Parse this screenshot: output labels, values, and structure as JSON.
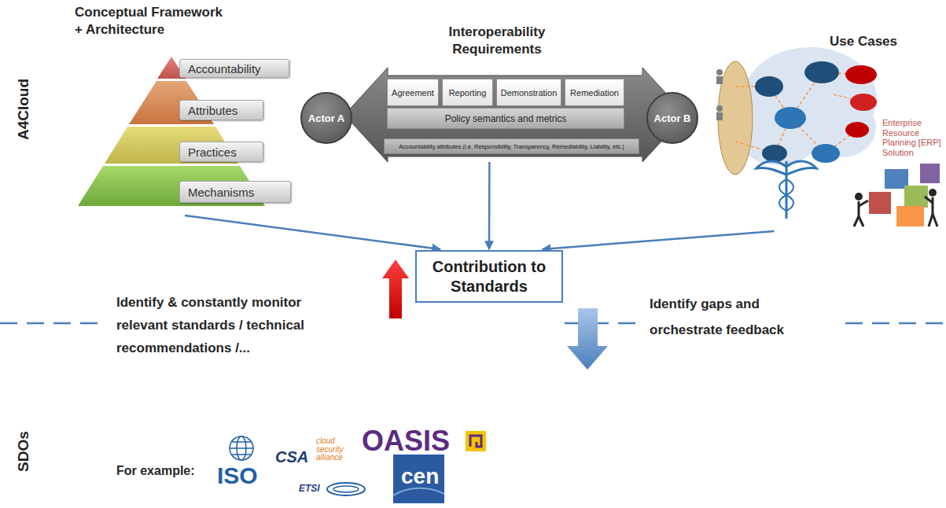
{
  "diagram": {
    "nodes": [
      {
        "text": [
          "Conceptual Framework + Architecture"
        ]
      },
      {
        "text": [
          "Accountability"
        ],
        "in": 0
      },
      {
        "text": [
          "Attributes"
        ],
        "in": 0
      },
      {
        "text": [
          "Practices"
        ],
        "in": 0
      },
      {
        "text": [
          "Mechanisms"
        ],
        "in": 0
      },
      {
        "text": [
          "Interoperability Requirements"
        ]
      },
      {
        "text": [
          "Actor A"
        ],
        "in": 5
      },
      {
        "text": [
          "Agreement"
        ],
        "in": 5
      },
      {
        "text": [
          "Reporting"
        ],
        "in": 5
      },
      {
        "text": [
          "Demonstration"
        ],
        "in": 5
      },
      {
        "text": [
          "Remediation"
        ],
        "in": 5
      },
      {
        "text": [
          "Policy semantics and metrics"
        ],
        "in": 5
      },
      {
        "text": [
          "Accountability attributes (i.e. Responsibility, Transparency, Remediability, Liability, etc.)"
        ],
        "in": 5
      },
      {
        "text": [
          "Actor B"
        ],
        "in": 5
      },
      {
        "text": [
          "Use Cases"
        ]
      },
      {
        "text": [
          "Contribution to Standards"
        ]
      }
    ],
    "edges": [
      {
        "from": 0,
        "to": 15,
        "arrow": "to"
      },
      {
        "from": 5,
        "to": 15,
        "arrow": "to"
      },
      {
        "from": 14,
        "to": 15,
        "arrow": "to"
      }
    ],
    "labels": [
      "A4Cloud",
      "SDOs",
      "Enterprise Resource Planning [ERP] Solution",
      "Identify & constantly monitor relevant standards / technical recommendations /...",
      "Identify gaps and orchestrate feedback",
      "For example:",
      "ISO",
      "CSA",
      "cloud security alliance",
      "OASIS",
      "ETSI",
      "cen"
    ]
  }
}
